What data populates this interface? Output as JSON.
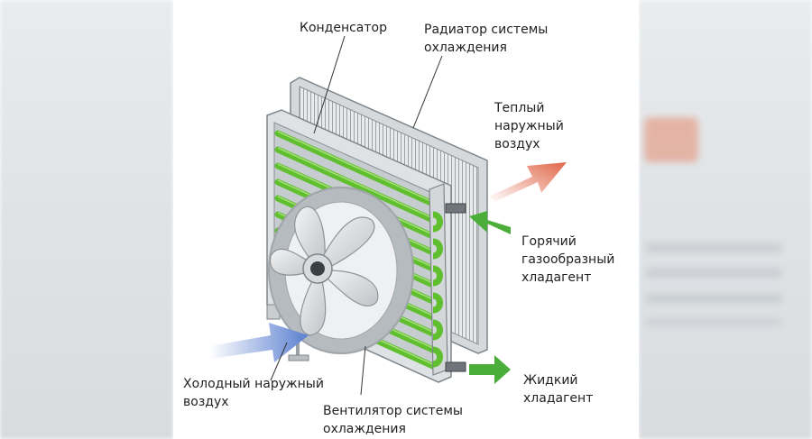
{
  "labels": {
    "condenser": "Конденсатор",
    "radiator": "Радиатор системы\nохлаждения",
    "warm_air": "Теплый\nнаружный\nвоздух",
    "hot_gas": "Горячий\nгазообразный\nхладагент",
    "liquid": "Жидкий\nхладагент",
    "cold_air": "Холодный наружный\nвоздух",
    "fan": "Вентилятор системы\nохлаждения"
  },
  "colors": {
    "tube_green": "#5fbf2f",
    "warm_arrow": "#e0674a",
    "cold_arrow": "#5a7fd0",
    "refrigerant_arrow": "#4cae3a",
    "frame_gray": "#cfd3d6"
  }
}
